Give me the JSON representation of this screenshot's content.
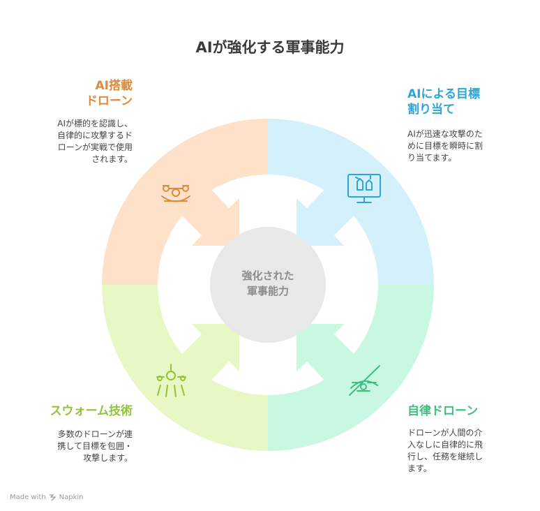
{
  "title": "AIが強化する軍事能力",
  "center": {
    "line1": "強化された",
    "line2": "軍事能力"
  },
  "quadrants": [
    {
      "id": "ai-drone",
      "title_line1": "AI搭載",
      "title_line2": "ドローン",
      "desc_lines": [
        "AIが標的を認識し、",
        "自律的に攻撃するド",
        "ローンが実戦で使用",
        "されます。"
      ],
      "title_color": "#e08a3c",
      "fill_color": "#fde1c8",
      "icon": "drone-icon"
    },
    {
      "id": "ai-targeting",
      "title_line1": "AIによる目標",
      "title_line2": "割り当て",
      "desc_lines": [
        "AIが迅速な攻撃のた",
        "めに目標を瞬時に割",
        "り当てます。"
      ],
      "title_color": "#2ea4d6",
      "fill_color": "#d4f1fb",
      "icon": "monitor-missiles-icon"
    },
    {
      "id": "autonomous-drone",
      "title_line1": "自律ドローン",
      "title_line2": "",
      "desc_lines": [
        "ドローンが人間の介",
        "入なしに自律的に飛",
        "行し、任務を継続し",
        "ます。"
      ],
      "title_color": "#3fbf7f",
      "fill_color": "#c8f7e2",
      "icon": "drone-slash-icon"
    },
    {
      "id": "swarm-tech",
      "title_line1": "スウォーム技術",
      "title_line2": "",
      "desc_lines": [
        "多数のドローンが連",
        "携して目標を包囲・",
        "攻撃します。"
      ],
      "title_color": "#95c23d",
      "fill_color": "#e7f8c4",
      "icon": "swarm-drone-icon"
    }
  ],
  "center_fill": "#e8e8e8",
  "footer": {
    "made_with": "Made with",
    "brand": "Napkin"
  }
}
